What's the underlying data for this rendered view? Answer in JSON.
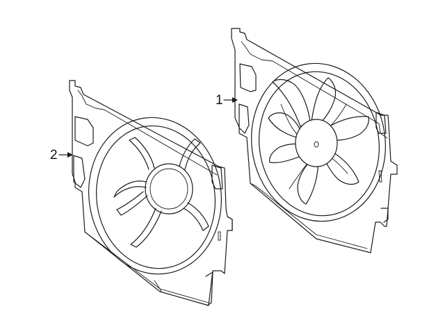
{
  "callouts": [
    {
      "id": "callout-1",
      "label": "1"
    },
    {
      "id": "callout-2",
      "label": "2"
    }
  ],
  "colors": {
    "line": "#1a1a1a",
    "background": "#ffffff"
  }
}
